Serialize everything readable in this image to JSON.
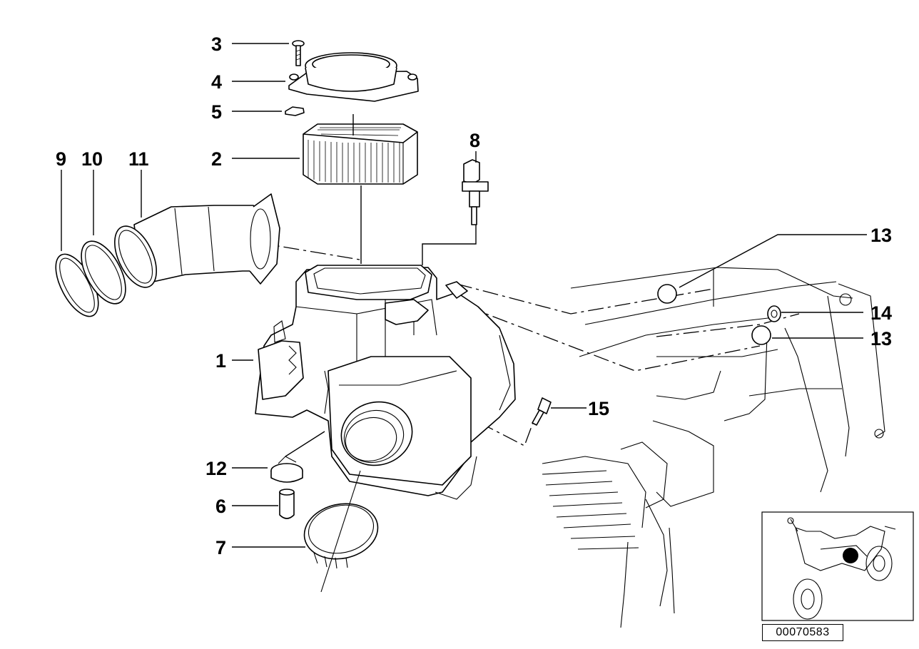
{
  "diagram": {
    "callouts": [
      {
        "id": "c3",
        "label": "3"
      },
      {
        "id": "c4",
        "label": "4"
      },
      {
        "id": "c5",
        "label": "5"
      },
      {
        "id": "c2",
        "label": "2"
      },
      {
        "id": "c9",
        "label": "9"
      },
      {
        "id": "c10",
        "label": "10"
      },
      {
        "id": "c11",
        "label": "11"
      },
      {
        "id": "c8",
        "label": "8"
      },
      {
        "id": "c13a",
        "label": "13"
      },
      {
        "id": "c14",
        "label": "14"
      },
      {
        "id": "c13b",
        "label": "13"
      },
      {
        "id": "c1",
        "label": "1"
      },
      {
        "id": "c15",
        "label": "15"
      },
      {
        "id": "c12",
        "label": "12"
      },
      {
        "id": "c6",
        "label": "6"
      },
      {
        "id": "c7",
        "label": "7"
      }
    ],
    "diagram_id": "00070583"
  }
}
